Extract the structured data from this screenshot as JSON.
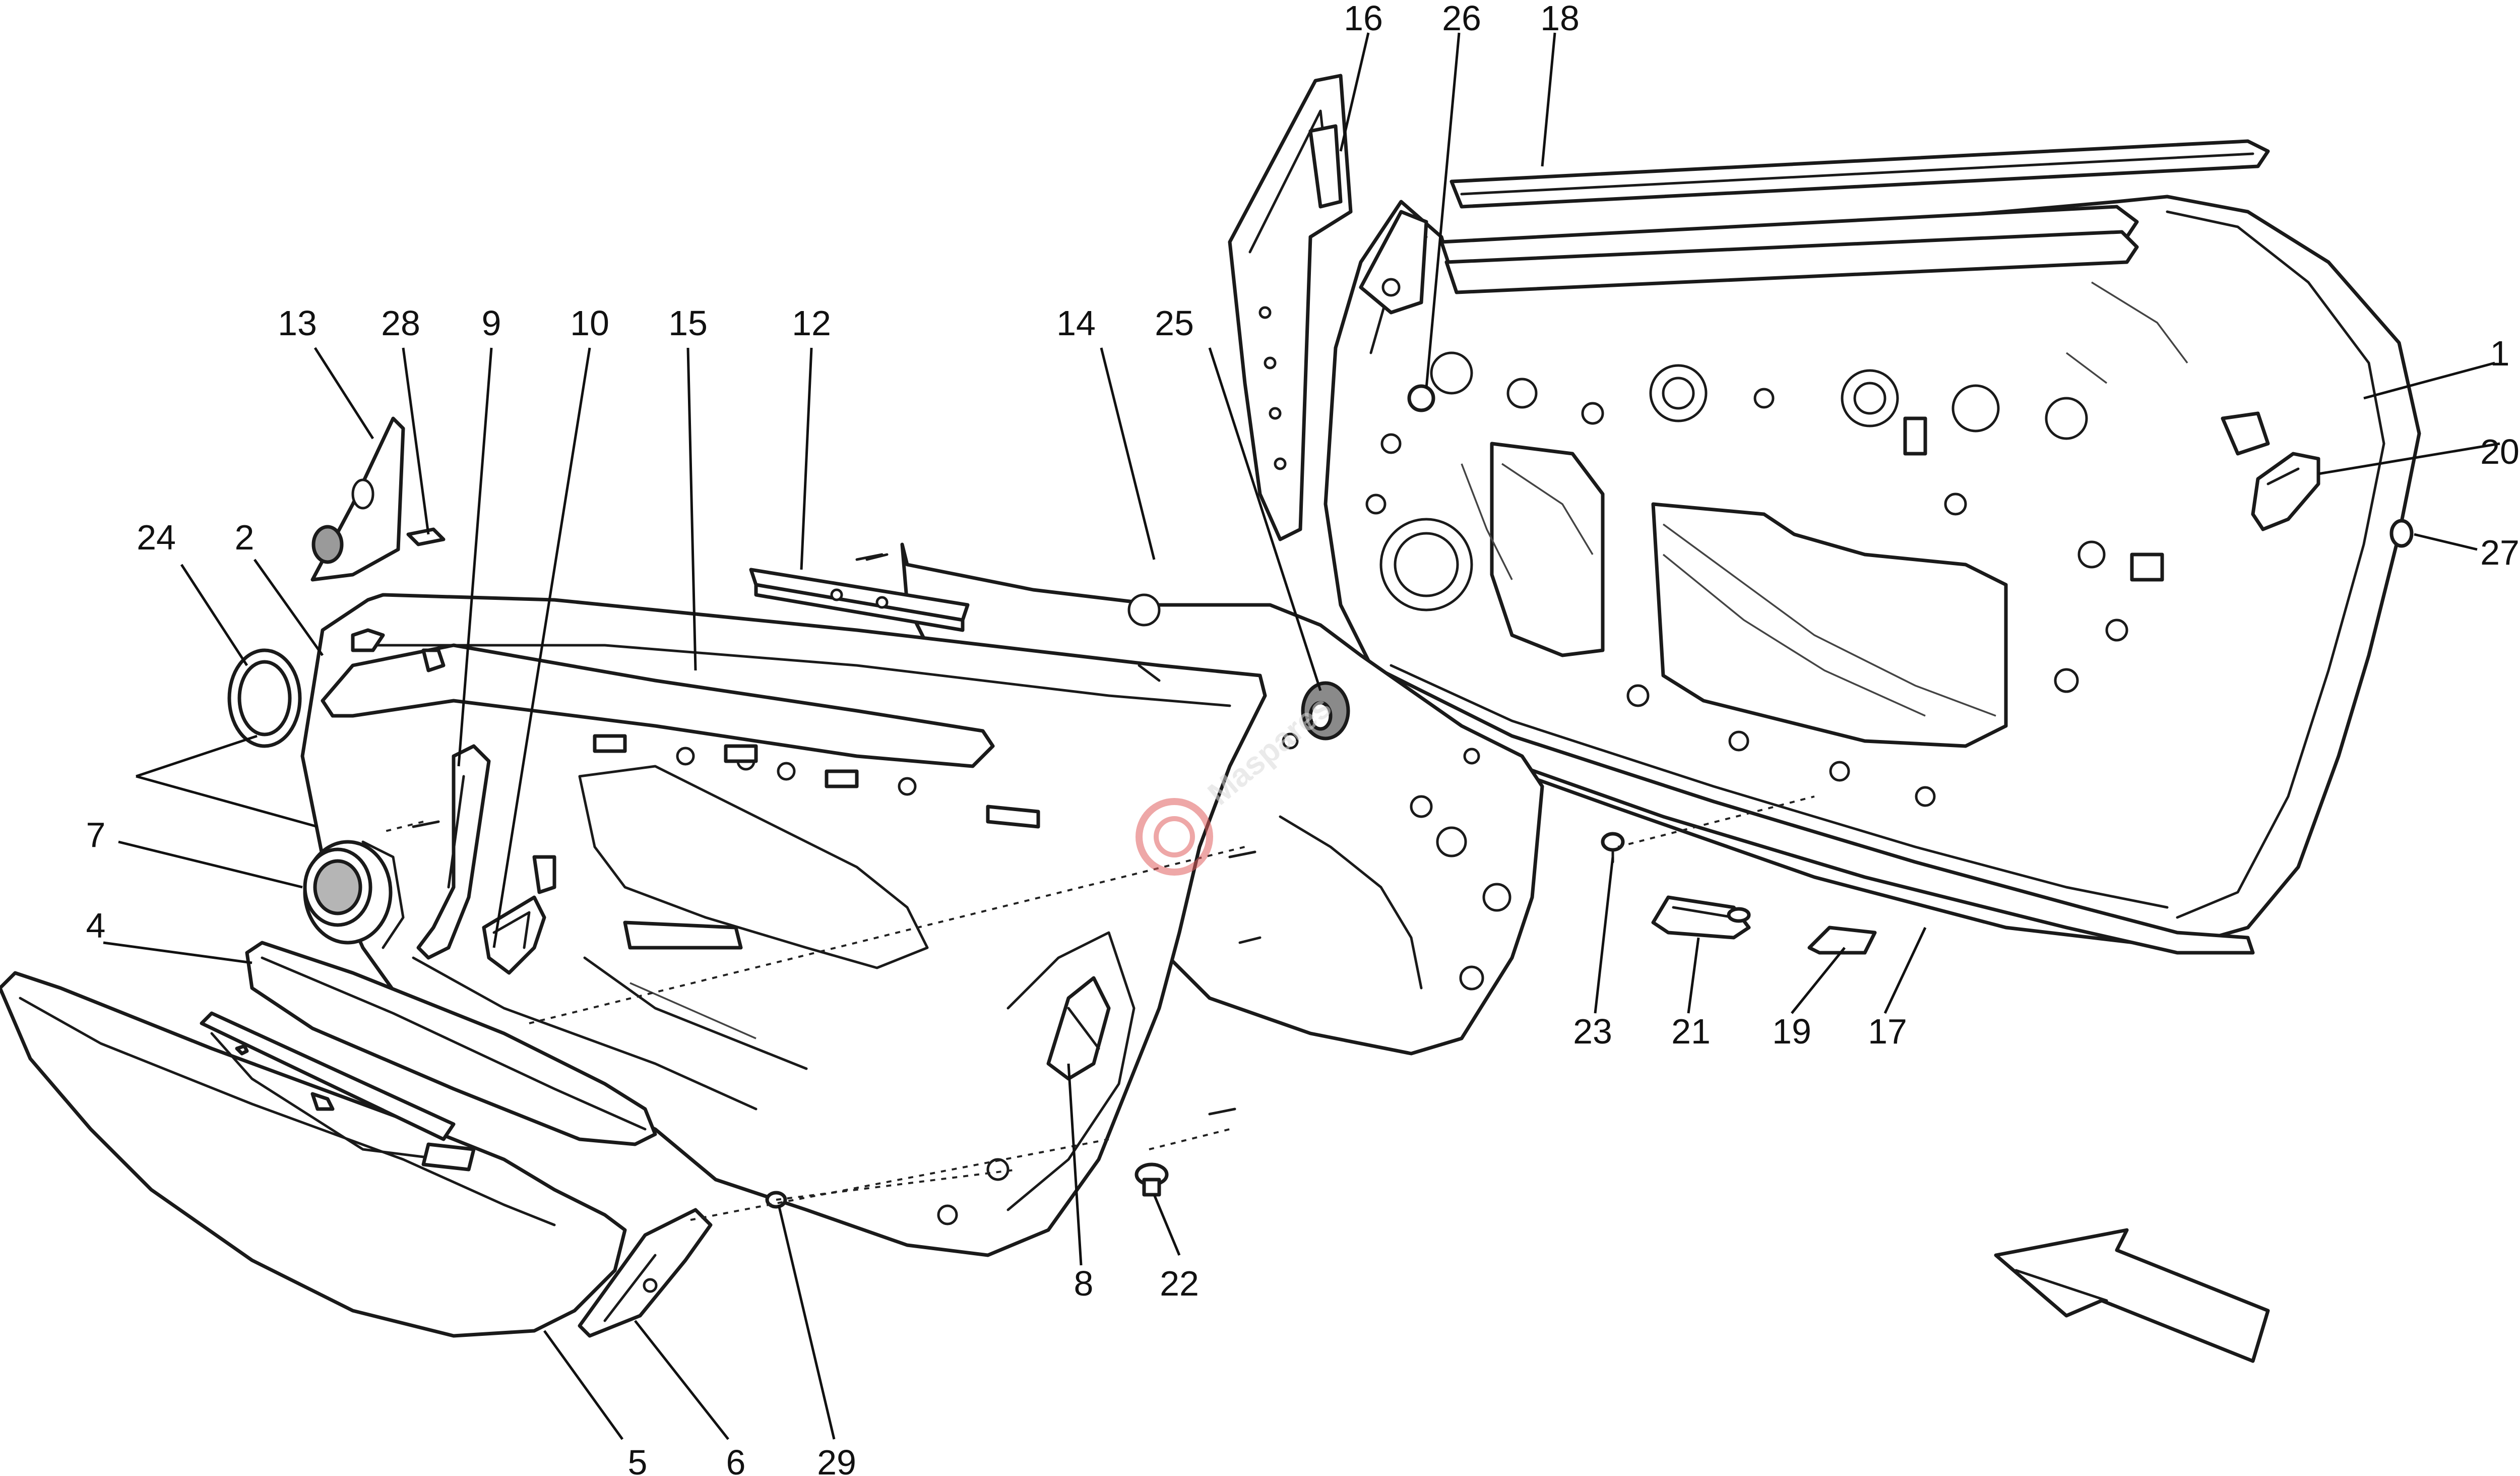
{
  "callouts": [
    {
      "id": "1",
      "label": "1"
    },
    {
      "id": "2",
      "label": "2"
    },
    {
      "id": "4",
      "label": "4"
    },
    {
      "id": "5",
      "label": "5"
    },
    {
      "id": "6",
      "label": "6"
    },
    {
      "id": "7",
      "label": "7"
    },
    {
      "id": "8",
      "label": "8"
    },
    {
      "id": "9",
      "label": "9"
    },
    {
      "id": "10",
      "label": "10"
    },
    {
      "id": "12",
      "label": "12"
    },
    {
      "id": "13",
      "label": "13"
    },
    {
      "id": "14",
      "label": "14"
    },
    {
      "id": "15",
      "label": "15"
    },
    {
      "id": "16",
      "label": "16"
    },
    {
      "id": "17",
      "label": "17"
    },
    {
      "id": "18",
      "label": "18"
    },
    {
      "id": "19",
      "label": "19"
    },
    {
      "id": "20",
      "label": "20"
    },
    {
      "id": "21",
      "label": "21"
    },
    {
      "id": "22",
      "label": "22"
    },
    {
      "id": "23",
      "label": "23"
    },
    {
      "id": "24",
      "label": "24"
    },
    {
      "id": "25",
      "label": "25"
    },
    {
      "id": "26",
      "label": "26"
    },
    {
      "id": "27",
      "label": "27"
    },
    {
      "id": "28",
      "label": "28"
    },
    {
      "id": "29",
      "label": "29"
    }
  ],
  "watermark": {
    "text": "Maspares"
  },
  "direction_arrow": {
    "icon": "direction-arrow-icon"
  }
}
